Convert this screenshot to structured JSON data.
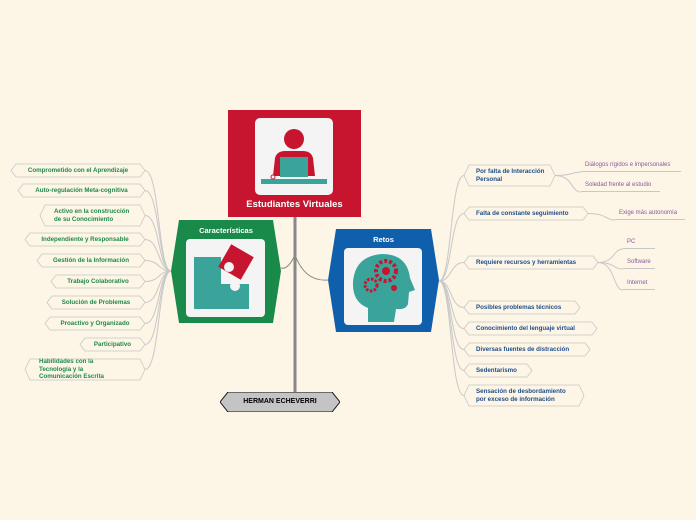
{
  "colors": {
    "central": "#c7152f",
    "caracteristicas": "#1a8a4a",
    "retos": "#0f5fad",
    "root_box": "#c4c4c4"
  },
  "central": {
    "label": "Estudiantes Virtuales",
    "icon": "student-at-laptop-icon"
  },
  "caracteristicas": {
    "label": "Características",
    "icon": "puzzle-icon",
    "items": [
      "Comprometido con el Aprendizaje",
      "Auto-regulación Meta-cognitiva",
      "Activo en la construcción de su Conocimiento",
      "Independiente y Responsable",
      "Gestión de la Información",
      "Trabajo Colaborativo",
      "Solución de Problemas",
      "Proactivo y Organizado",
      "Participativo",
      "Habilidades con la Tecnología y la Comunicación Escrita"
    ]
  },
  "retos": {
    "label": "Retos",
    "icon": "head-gears-icon",
    "items": [
      {
        "label": "Por falta de Interacción Personal",
        "children": [
          "Diálogos rígidos e impersonales",
          "Soledad frente al estudio"
        ]
      },
      {
        "label": "Falta de constante seguimiento",
        "children": [
          "Exige más autonomía"
        ]
      },
      {
        "label": "Requiere recursos y herramientas",
        "children": [
          "PC",
          "Software",
          "Internet"
        ]
      },
      {
        "label": "Posibles problemas técnicos",
        "children": []
      },
      {
        "label": "Conocimiento del lenguaje virtual",
        "children": []
      },
      {
        "label": "Diversas fuentes de distracción",
        "children": []
      },
      {
        "label": "Sedentarismo",
        "children": []
      },
      {
        "label": "Sensación de desbordamiento por exceso de información",
        "children": []
      }
    ]
  },
  "author": {
    "label": "HERMAN ECHEVERRI"
  }
}
